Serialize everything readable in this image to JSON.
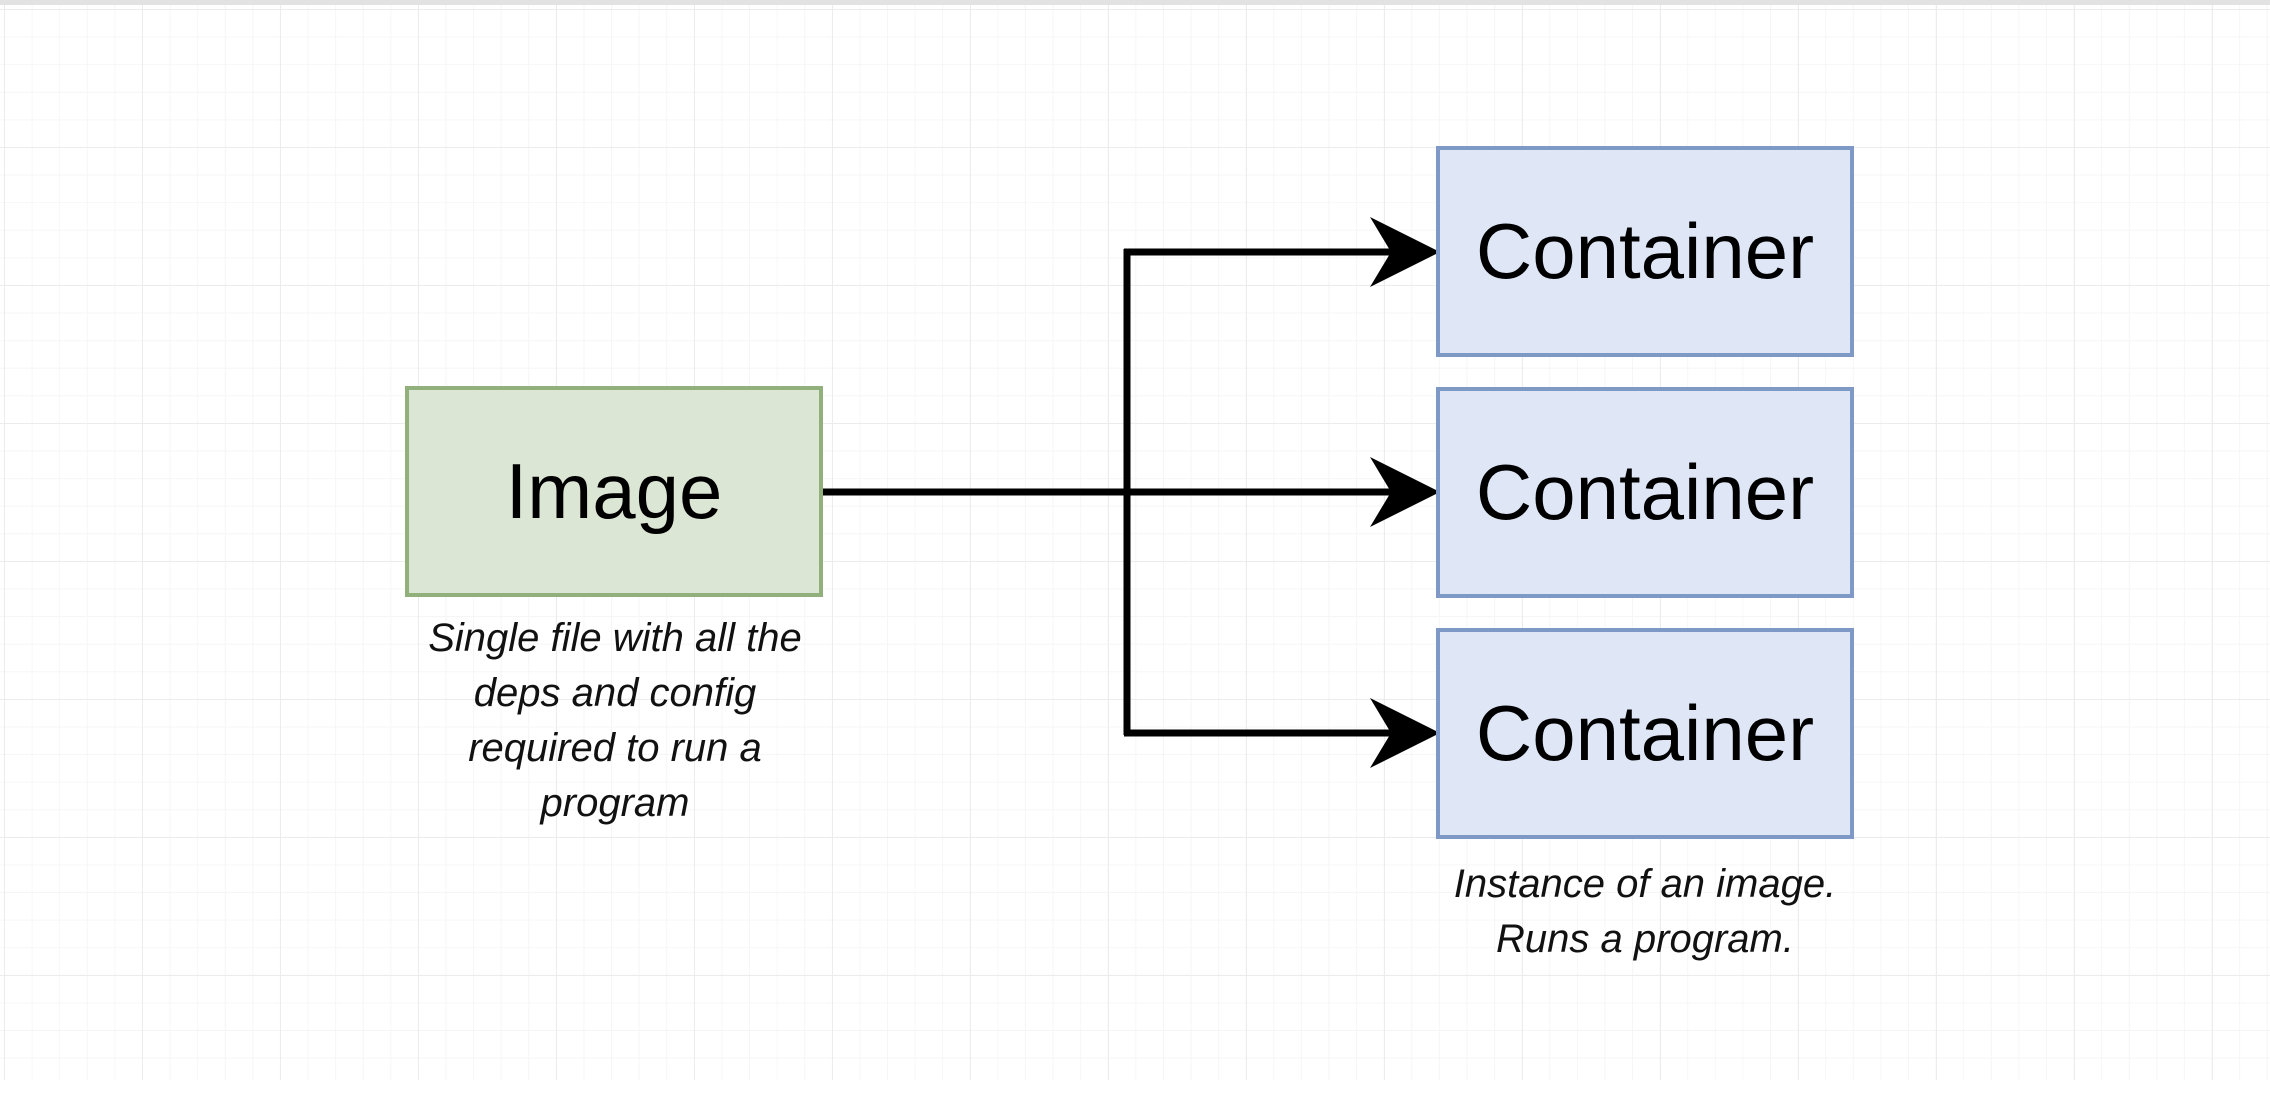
{
  "image_box": {
    "label": "Image",
    "note": "Single file with all the\ndeps and config\nrequired to run a\nprogram"
  },
  "containers": [
    {
      "label": "Container"
    },
    {
      "label": "Container"
    },
    {
      "label": "Container"
    }
  ],
  "container_note": "Instance of an image.\nRuns a program.",
  "colors": {
    "image_fill": "#dce6d5",
    "image_border": "#92b07c",
    "container_fill": "#dfe7f7",
    "container_border": "#7f99c6",
    "arrow": "#000000"
  }
}
